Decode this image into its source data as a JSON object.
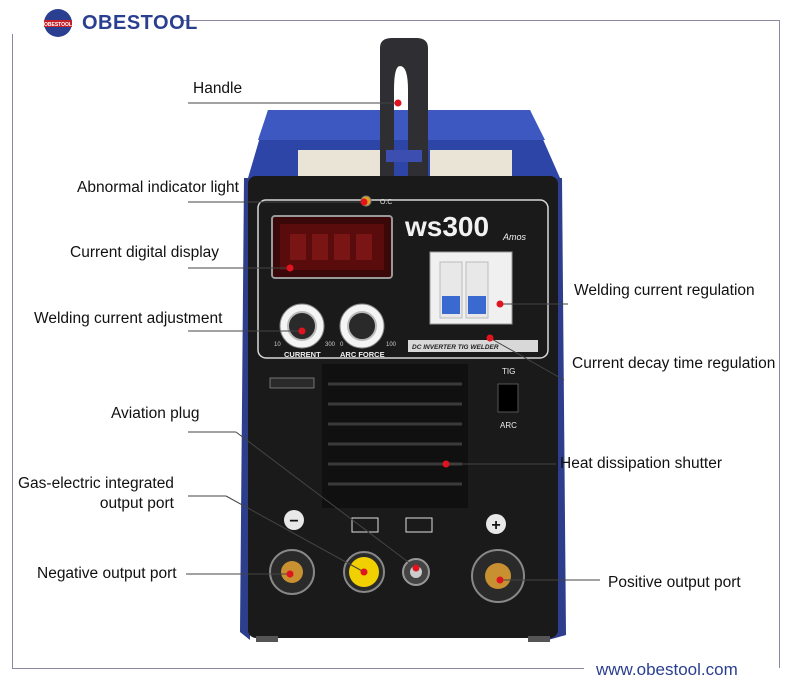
{
  "brand": {
    "name": "OBESTOOL",
    "logo_text": "OBESTOOL"
  },
  "website": "www.obestool.com",
  "machine": {
    "model": "ws300",
    "series": "Amos",
    "o_c_label": "O.C",
    "current_label": "CURRENT",
    "arc_force_label": "ARC FORCE",
    "current_min": "10",
    "current_max": "300",
    "arc_min": "0",
    "arc_max": "100",
    "badge_text": "DC INVERTER TIG WELDER",
    "tig_label": "TIG",
    "arc_label": "ARC",
    "minus_symbol": "−",
    "plus_symbol": "+"
  },
  "callouts": {
    "handle": "Handle",
    "abnormal": "Abnormal indicator light",
    "display": "Current digital display",
    "welding_adjust": "Welding current adjustment",
    "aviation": "Aviation plug",
    "gas_line1": "Gas-electric integrated",
    "gas_line2": "output port",
    "negative": "Negative output port",
    "welding_reg": "Welding current regulation",
    "decay": "Current decay time regulation",
    "heat": "Heat dissipation shutter",
    "positive": "Positive output port"
  },
  "colors": {
    "brand": "#2a3f8f",
    "body": "#2c3e8c",
    "panel": "#1a1a1a",
    "dot": "#e0141e",
    "display": "#b01010"
  }
}
